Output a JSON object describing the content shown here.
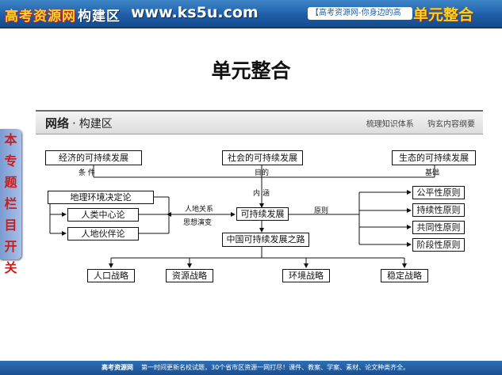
{
  "banner": {
    "brand": "高考资源网",
    "zone": "构建区",
    "site": "www.ks5u.com",
    "slogan": "【高考资源网-你身边的高",
    "unit": "单元整合"
  },
  "title": "单元整合",
  "section": {
    "tab": "网络",
    "sep": "·",
    "sub": "构建区",
    "right1": "梳理知识体系",
    "right2": "钩玄内容纲要"
  },
  "side_tab": [
    "本",
    "专",
    "题",
    "栏",
    "目",
    "开",
    "关"
  ],
  "diagram": {
    "top_economic": "经济的可持续发展",
    "top_social": "社会的可持续发展",
    "top_ecological": "生态的可持续发展",
    "label_condition": "条  件",
    "label_purpose": "目的",
    "label_foundation": "基础",
    "label_connotation": "内  涵",
    "theory_1": "地理环境决定论",
    "theory_2": "人类中心论",
    "theory_3": "人地伙伴论",
    "label_relation": "人地关系",
    "label_evolution": "思想演变",
    "center": "可持续发展",
    "label_principle": "原则",
    "principle_1": "公平性原则",
    "principle_2": "持续性原则",
    "principle_3": "共同性原则",
    "principle_4": "阶段性原则",
    "road": "中国可持续发展之路",
    "strategy_1": "人口战略",
    "strategy_2": "资源战略",
    "strategy_3": "环境战略",
    "strategy_4": "稳定战略"
  },
  "footer": {
    "brand": "高考资源网",
    "text": "第一时间更新名校试题，30个省市区资源一网打尽！课件、教案、学案、素材、论文种类齐全。"
  }
}
